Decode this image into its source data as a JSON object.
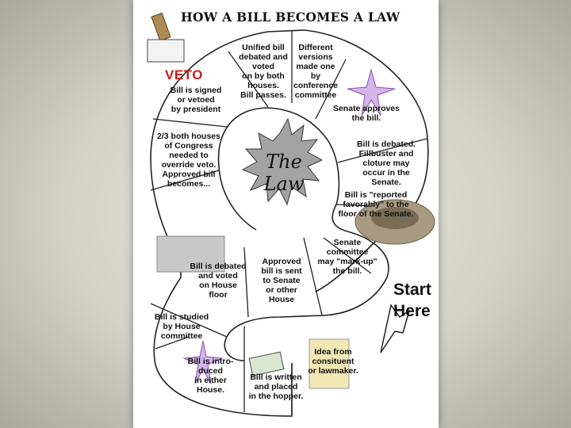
{
  "title": "HOW A BILL BECOMES A LAW",
  "center_label": "The\nLaw",
  "start_label": "Start\nHere",
  "veto_stamp": "VETO",
  "steps": [
    "Idea from\nconsituent\nor lawmaker.",
    "Bill is written\nand placed\nin the hopper.",
    "Bill is intro-\nduced\nin either\nHouse.",
    "Bill is studied\nby House\ncommittee",
    "Bill is debated\nand voted\non House\nfloor",
    "Approved\nbill is sent\nto Senate\nor other\nHouse",
    "Senate\ncommittee\nmay \"mark-up\"\nthe bill.",
    "Bill is \"reported\nfavorably\" to the\nfloor of the Senate.",
    "Bill is debated.\nFillbuster and\ncloture may\noccur in the\nSenate.",
    "Senate approves\nthe bill.",
    "Different\nversions\nmade one\nby\nconference\ncommittee",
    "Unified bill\ndebated and\nvoted\non by both\nhouses.\nBill passes.",
    "Bill is signed\nor vetoed\nby president",
    "2/3 both houses\nof Congress\nneeded to\noverride veto.\nApproved bill\nbecomes..."
  ],
  "colors": {
    "background": "#d8d7cd",
    "page": "#ffffff",
    "ink": "#111111",
    "veto_red": "#cc1a1a",
    "star_purple": "#8a4fb0",
    "gray_burst": "#9a9a9a"
  }
}
